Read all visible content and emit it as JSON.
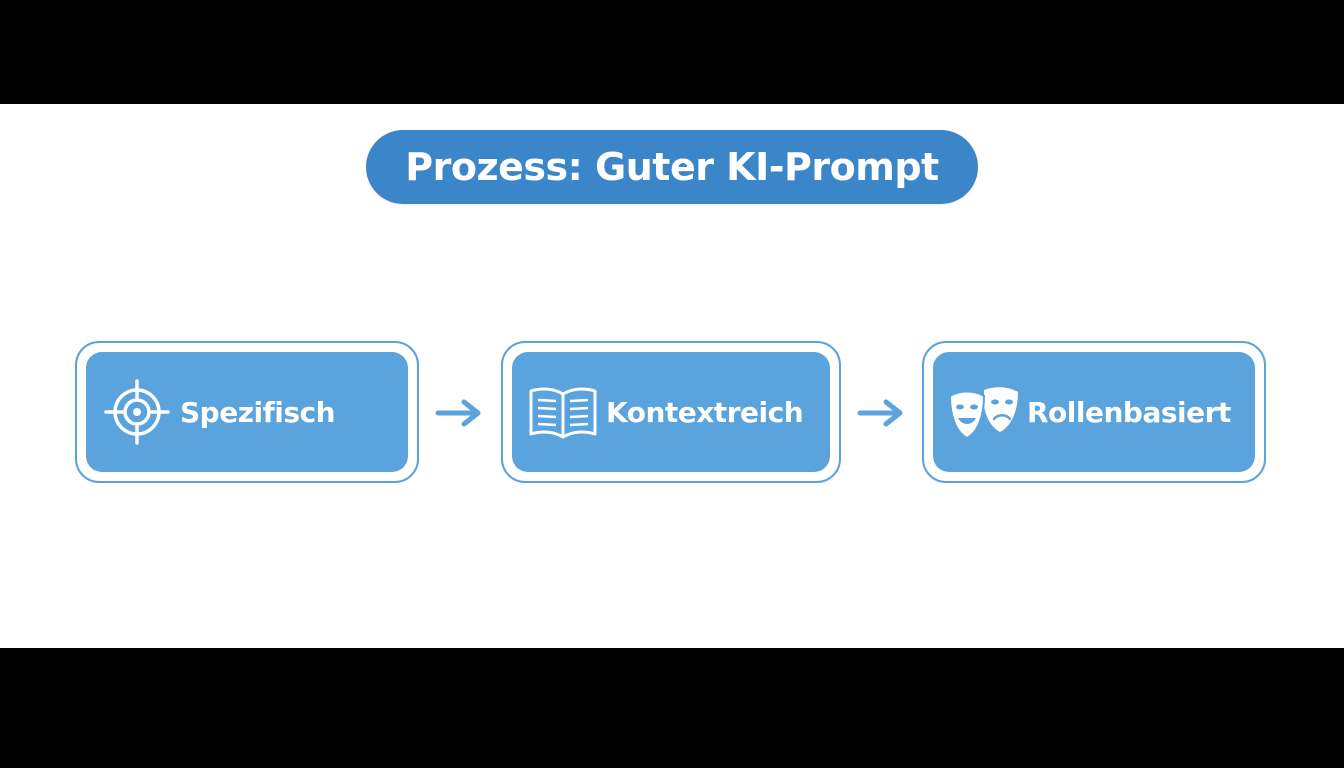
{
  "title": "Prozess: Guter KI-Prompt",
  "steps": [
    {
      "label": "Spezifisch",
      "icon": "target-icon"
    },
    {
      "label": "Kontextreich",
      "icon": "open-book-icon"
    },
    {
      "label": "Rollenbasiert",
      "icon": "theater-masks-icon"
    }
  ],
  "connectors": [
    {
      "from": "Spezifisch",
      "to": "Kontextreich",
      "icon": "arrow-right-icon"
    },
    {
      "from": "Kontextreich",
      "to": "Rollenbasiert",
      "icon": "arrow-right-icon"
    }
  ],
  "colors": {
    "title_background": "#3b86c8",
    "step_fill": "#5aa3dc",
    "step_outline": "#5aa3dc",
    "arrow": "#5aa3dc",
    "text": "#ffffff",
    "background": "#ffffff",
    "letterbox": "#000000"
  }
}
